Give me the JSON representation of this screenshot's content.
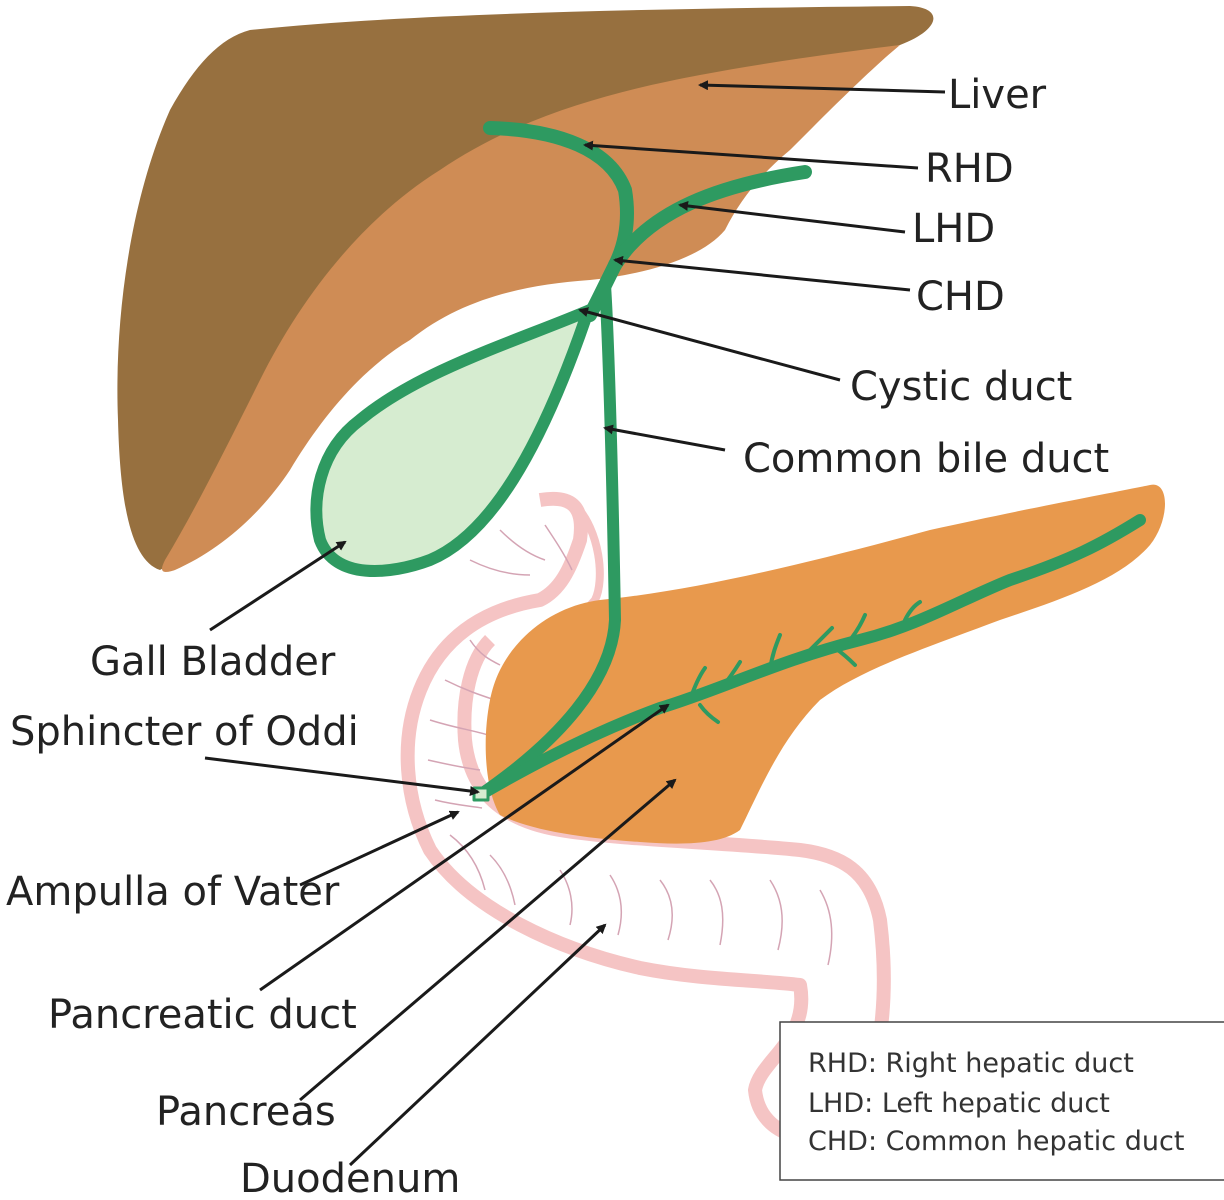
{
  "labels": {
    "liver": "Liver",
    "rhd": "RHD",
    "lhd": "LHD",
    "chd": "CHD",
    "cystic_duct": "Cystic duct",
    "common_bile_duct": "Common bile duct",
    "gall_bladder": "Gall Bladder",
    "sphincter_of_oddi": "Sphincter of Oddi",
    "ampulla_of_vater": "Ampulla of Vater",
    "pancreatic_duct": "Pancreatic duct",
    "pancreas": "Pancreas",
    "duodenum": "Duodenum"
  },
  "legend": {
    "rhd": "RHD: Right hepatic duct",
    "lhd": "LHD: Left hepatic duct",
    "chd": "CHD: Common hepatic duct"
  },
  "colors": {
    "liver_dark": "#97703f",
    "liver_light": "#cf8c55",
    "duct_green": "#2e9a61",
    "gallbladder_fill": "#d6ecd0",
    "pancreas": "#e8994d",
    "duodenum_outline": "#f5c4c4",
    "duodenum_fold": "#d4a4b4"
  }
}
